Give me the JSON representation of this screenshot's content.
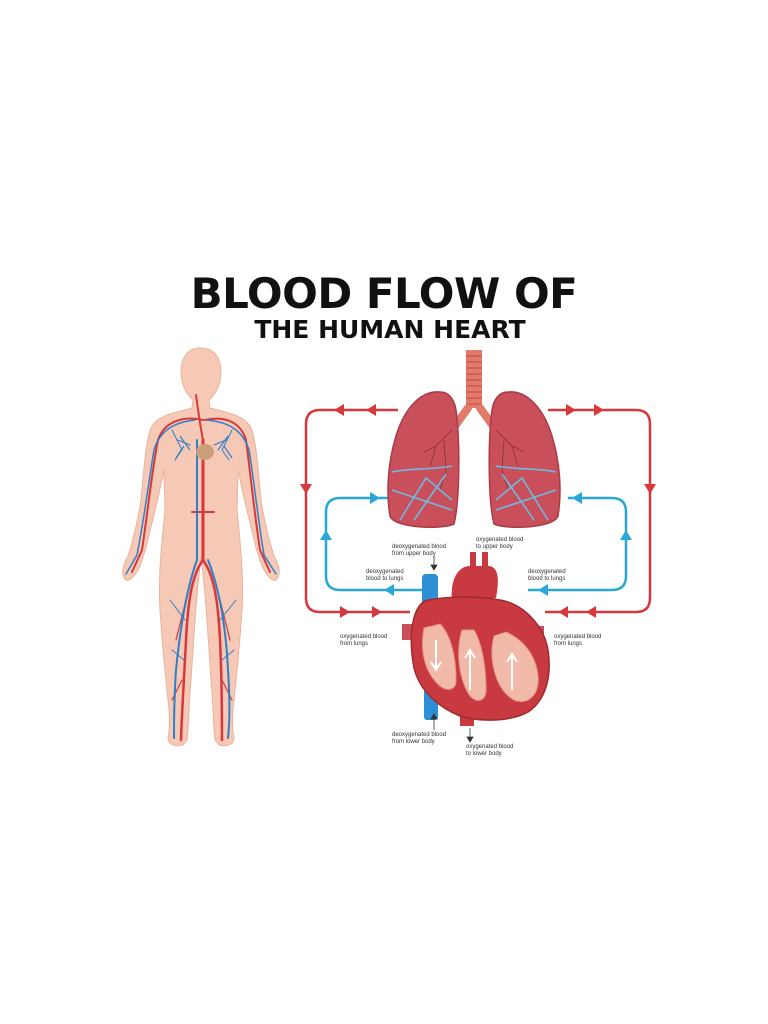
{
  "title": {
    "line1": "BLOOD FLOW OF",
    "line2": "THE HUMAN HEART"
  },
  "labels": {
    "deoxy_upper": [
      "deoxygenated blood",
      "from upper body"
    ],
    "oxy_upper": [
      "oxygenated blood",
      "to upper body"
    ],
    "deoxy_lungs_left": [
      "deoxygenated",
      "blood to lungs"
    ],
    "deoxy_lungs_right": [
      "deoxygenated",
      "blood to lungs"
    ],
    "oxy_from_lungs_left": [
      "oxygenated blood",
      "from lungs"
    ],
    "oxy_from_lungs_right": [
      "oxygenated blood",
      "from lungs"
    ],
    "deoxy_lower": [
      "deoxygenated blood",
      "from lower body"
    ],
    "oxy_lower": [
      "oxygenated blood",
      "to lower body"
    ]
  },
  "colors": {
    "oxygenated": "#d7383b",
    "deoxygenated": "#29a8d8",
    "lung": "#c9505a",
    "skin": "#f6c9b6",
    "heart": "#c93a40"
  }
}
